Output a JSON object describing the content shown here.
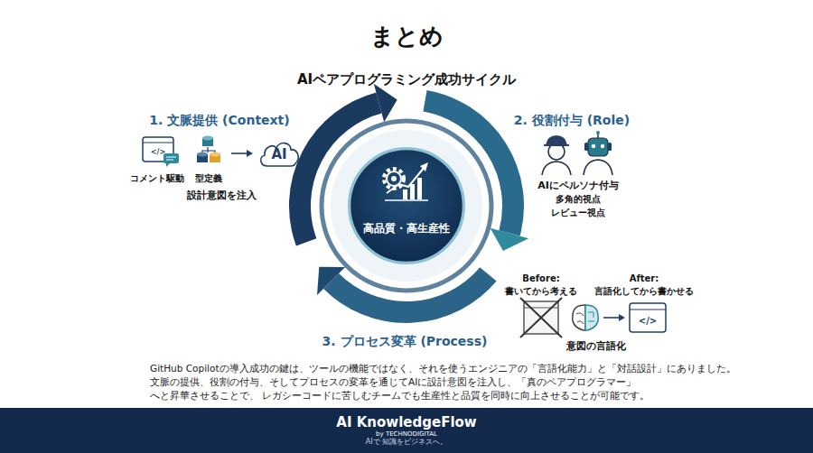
{
  "diagram": {
    "title": "まとめ",
    "caption": "GitHub Copilotの導入成功の鍵は、ツールの機能ではなく、それを使うエンジニアの「言語化能力」と「対話設計」にありました。 文脈の提供、役割の付与、そしてプロセスの変革を通じてAIに設計意図を注入し、「真のペアプログラマー」へと昇華させることで、 レガシーコードに苦しむチームでも生産性と品質を同時に向上させることが可能です。",
    "nodes": [
      {
        "text": [
          "AI"
        ]
      },
      {
        "text": [
          "高品質・高生産性"
        ]
      },
      {
        "text": [
          "AI KnowledgeFlow",
          "by TECHNODIGITAL",
          "AIで 知識をビジネスへ。"
        ]
      }
    ],
    "labels": [
      "AIペアプログラミング成功サイクル",
      "1. 文脈提供 (Context)",
      "</>",
      "コメント駆動",
      "型定義",
      "設計意図を注入",
      "2. 役割付与 (Role)",
      "AIにペルソナ付与",
      "多角的視点",
      "レビュー視点",
      "Before:",
      "After:",
      "書いてから考える",
      "言語化してから書かせる",
      "</>",
      "意図の言語化",
      "3. プロセス変革 (Process)"
    ]
  }
}
